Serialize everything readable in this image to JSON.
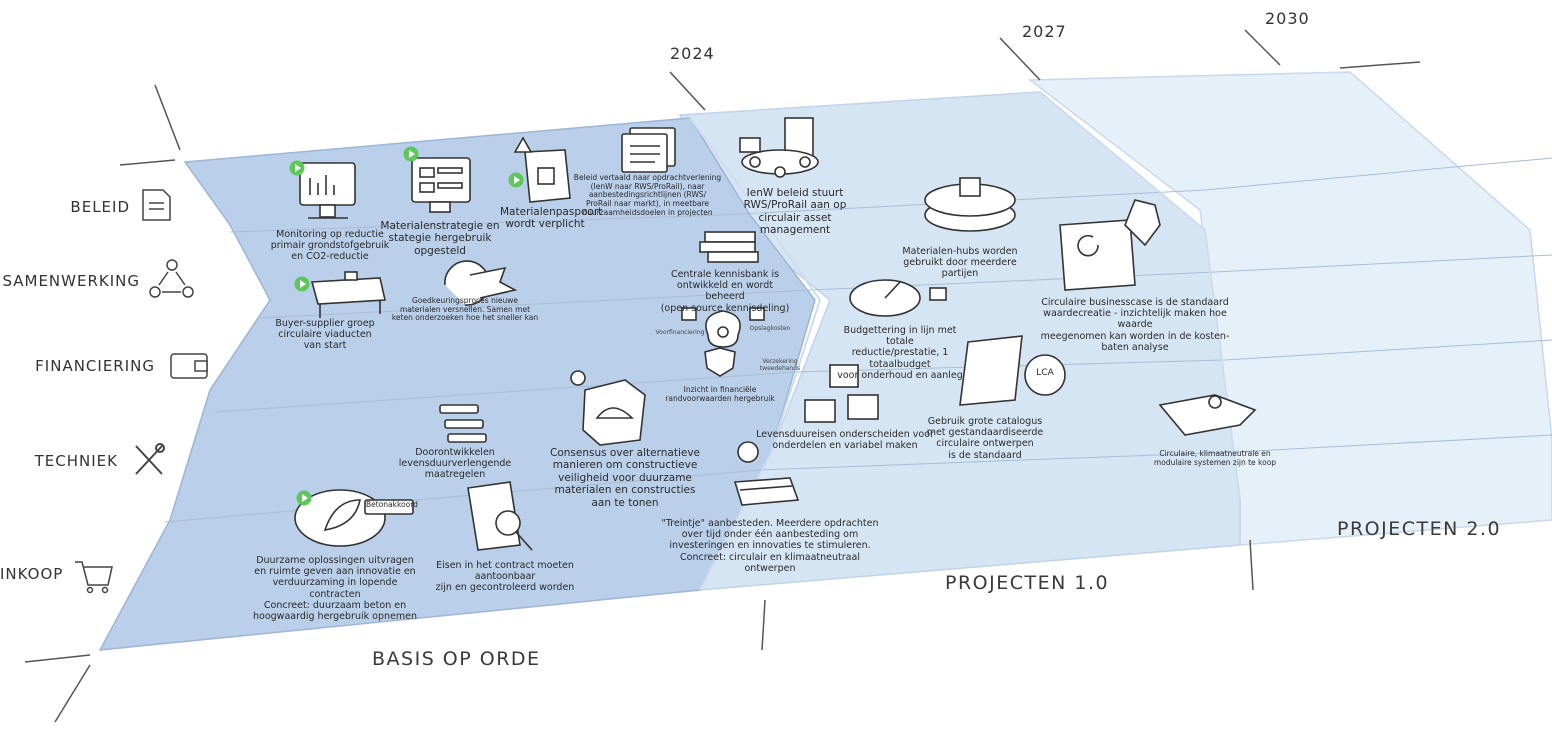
{
  "years": [
    "2024",
    "2027",
    "2030"
  ],
  "rows": [
    {
      "label": "BELEID",
      "icon": "document-icon"
    },
    {
      "label": "SAMENWERKING",
      "icon": "people-network-icon"
    },
    {
      "label": "FINANCIERING",
      "icon": "wallet-icon"
    },
    {
      "label": "TECHNIEK",
      "icon": "tools-icon"
    },
    {
      "label": "INKOOP",
      "icon": "shopping-cart-icon"
    }
  ],
  "phases": [
    "BASIS OP ORDE",
    "PROJECTEN 1.0",
    "PROJECTEN 2.0"
  ],
  "items": [
    {
      "id": "monitoring",
      "lines": [
        "Monitoring op reductie",
        "primair grondstofgebruik",
        "en CO2-reductie"
      ]
    },
    {
      "id": "materialenstrategie",
      "lines": [
        "Materialenstrategie en",
        "stategie hergebruik",
        "opgesteld"
      ]
    },
    {
      "id": "materialenpaspoort",
      "lines": [
        "Materialenpaspoort",
        "wordt verplicht"
      ]
    },
    {
      "id": "beleid-vertaald",
      "lines": [
        "Beleid vertaald naar opdrachtverlening",
        "(IenW naar RWS/ProRail), naar",
        "aanbestedingsrichtlijnen (RWS/",
        "ProRail naar markt), in meetbare",
        "duurzaamheidsdoelen in projecten"
      ]
    },
    {
      "id": "ienw-beleid",
      "lines": [
        "IenW beleid stuurt",
        "RWS/ProRail aan op",
        "circulair asset management"
      ]
    },
    {
      "id": "materialen-hubs",
      "lines": [
        "Materialen-hubs worden",
        "gebruikt door meerdere partijen"
      ]
    },
    {
      "id": "businesscase",
      "lines": [
        "Circulaire businesscase is de standaard",
        "waardecreatie - inzichtelijk maken hoe waarde",
        "meegenomen kan worden in de  kosten-baten analyse"
      ]
    },
    {
      "id": "buyer-supplier",
      "lines": [
        "Buyer-supplier groep",
        "circulaire viaducten",
        "van start"
      ]
    },
    {
      "id": "goedkeuring",
      "lines": [
        "Goedkeuringsproces nieuwe",
        "materialen versnellen. Samen met",
        "keten onderzoeken hoe het sneller kan"
      ]
    },
    {
      "id": "kennisbank",
      "lines": [
        "Centrale kennisbank is",
        "ontwikkeld en wordt beheerd",
        "(open source kennisdeling)"
      ]
    },
    {
      "id": "budgettering",
      "lines": [
        "Budgettering in lijn met totale",
        "reductie/prestatie, 1 totaalbudget",
        "voor onderhoud en aanleg"
      ]
    },
    {
      "id": "financieel-inzicht",
      "lines": [
        "Inzicht in financiële",
        "randvoorwaarden hergebruik"
      ]
    },
    {
      "id": "catalogus",
      "lines": [
        "Gebruik grote catalogus",
        "met gestandaardiseerde",
        "circulaire ontwerpen",
        "is de standaard"
      ]
    },
    {
      "id": "doorontwikkelen",
      "lines": [
        "Doorontwikkelen",
        "levensduurverlengende",
        "maatregelen"
      ]
    },
    {
      "id": "consensus",
      "lines": [
        "Consensus over alternatieve",
        "manieren om constructieve",
        "veiligheid voor duurzame",
        "materialen en constructies",
        "aan te tonen"
      ]
    },
    {
      "id": "levensduureisen",
      "lines": [
        "Levensduureisen onderscheiden voor",
        "onderdelen en variabel maken"
      ]
    },
    {
      "id": "modulaire",
      "lines": [
        "Circulaire, klimaatneutrale en",
        "modulaire systemen zijn te koop"
      ]
    },
    {
      "id": "duurzame-oplossingen",
      "lines": [
        "Duurzame oplossingen uitvragen",
        "en ruimte geven aan innovatie en",
        "verduurzaming in lopende contracten",
        "Concreet: duurzaam beton en",
        "hoogwaardig hergebruik opnemen"
      ]
    },
    {
      "id": "eisen-contract",
      "lines": [
        "Eisen in het contract moeten aantoonbaar",
        "zijn en gecontroleerd worden"
      ]
    },
    {
      "id": "treintje",
      "lines": [
        "\"Treintje\" aanbesteden. Meerdere opdrachten",
        "over tijd onder één aanbesteding om",
        "investeringen en innovaties te stimuleren.",
        "Concreet: circulair en klimaatneutraal ontwerpen"
      ]
    }
  ],
  "mini_labels": {
    "voorfinanciering": "Voorfinanciering",
    "opslagkosten": "Opslagkosten",
    "verzekering": [
      "Verzekering",
      "tweedehands"
    ],
    "sign": "Betonakkoord",
    "lca": "LCA"
  },
  "colors": {
    "basis": "#b7cde9",
    "p1": "#d4e3f3",
    "p2": "#e3eef8",
    "line": "#8fa6c3"
  }
}
